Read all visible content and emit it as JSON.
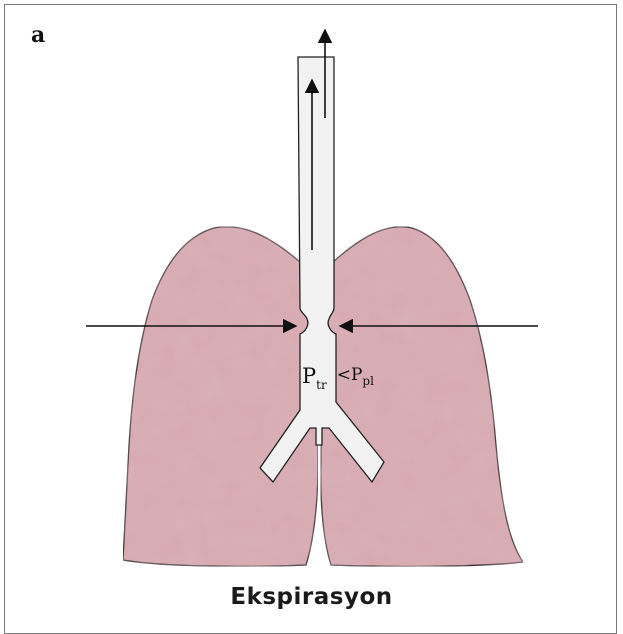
{
  "panel_label": "a",
  "caption": "Ekspirasyon",
  "labels": {
    "p_main": "P",
    "p_tr_sub": "tr",
    "comparison": "<P",
    "p_pl_sub": "pl"
  },
  "colors": {
    "lung_fill": "#d8a9b0",
    "lung_stroke": "#1a1a1a",
    "airway_fill": "#f2f2f2",
    "arrow": "#111111"
  },
  "icons": [
    "up-arrow-icon",
    "right-arrow-icon",
    "left-arrow-icon"
  ]
}
